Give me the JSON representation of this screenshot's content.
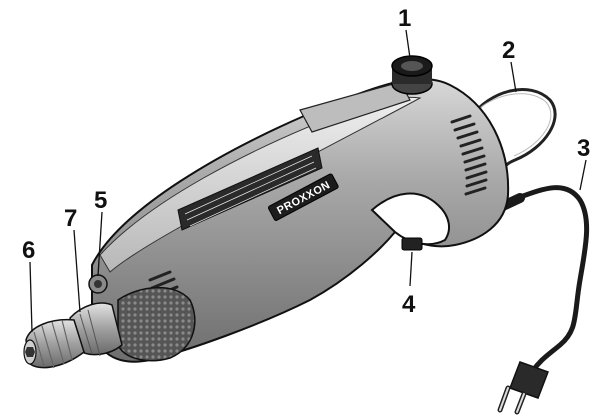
{
  "image": {
    "subject": "Proxxon rotary tool with callout numbers",
    "background_color": "#ffffff",
    "body_color": "#9a9a9a",
    "grip_color": "#4a4a4a"
  },
  "brand_label": "PROXXON",
  "callouts": [
    {
      "number": "1",
      "part": "speed-dial"
    },
    {
      "number": "2",
      "part": "hanging-loop"
    },
    {
      "number": "3",
      "part": "power-cord"
    },
    {
      "number": "4",
      "part": "on-off-switch"
    },
    {
      "number": "5",
      "part": "spindle-lock-button"
    },
    {
      "number": "6",
      "part": "chuck"
    },
    {
      "number": "7",
      "part": "collar-thread"
    }
  ]
}
